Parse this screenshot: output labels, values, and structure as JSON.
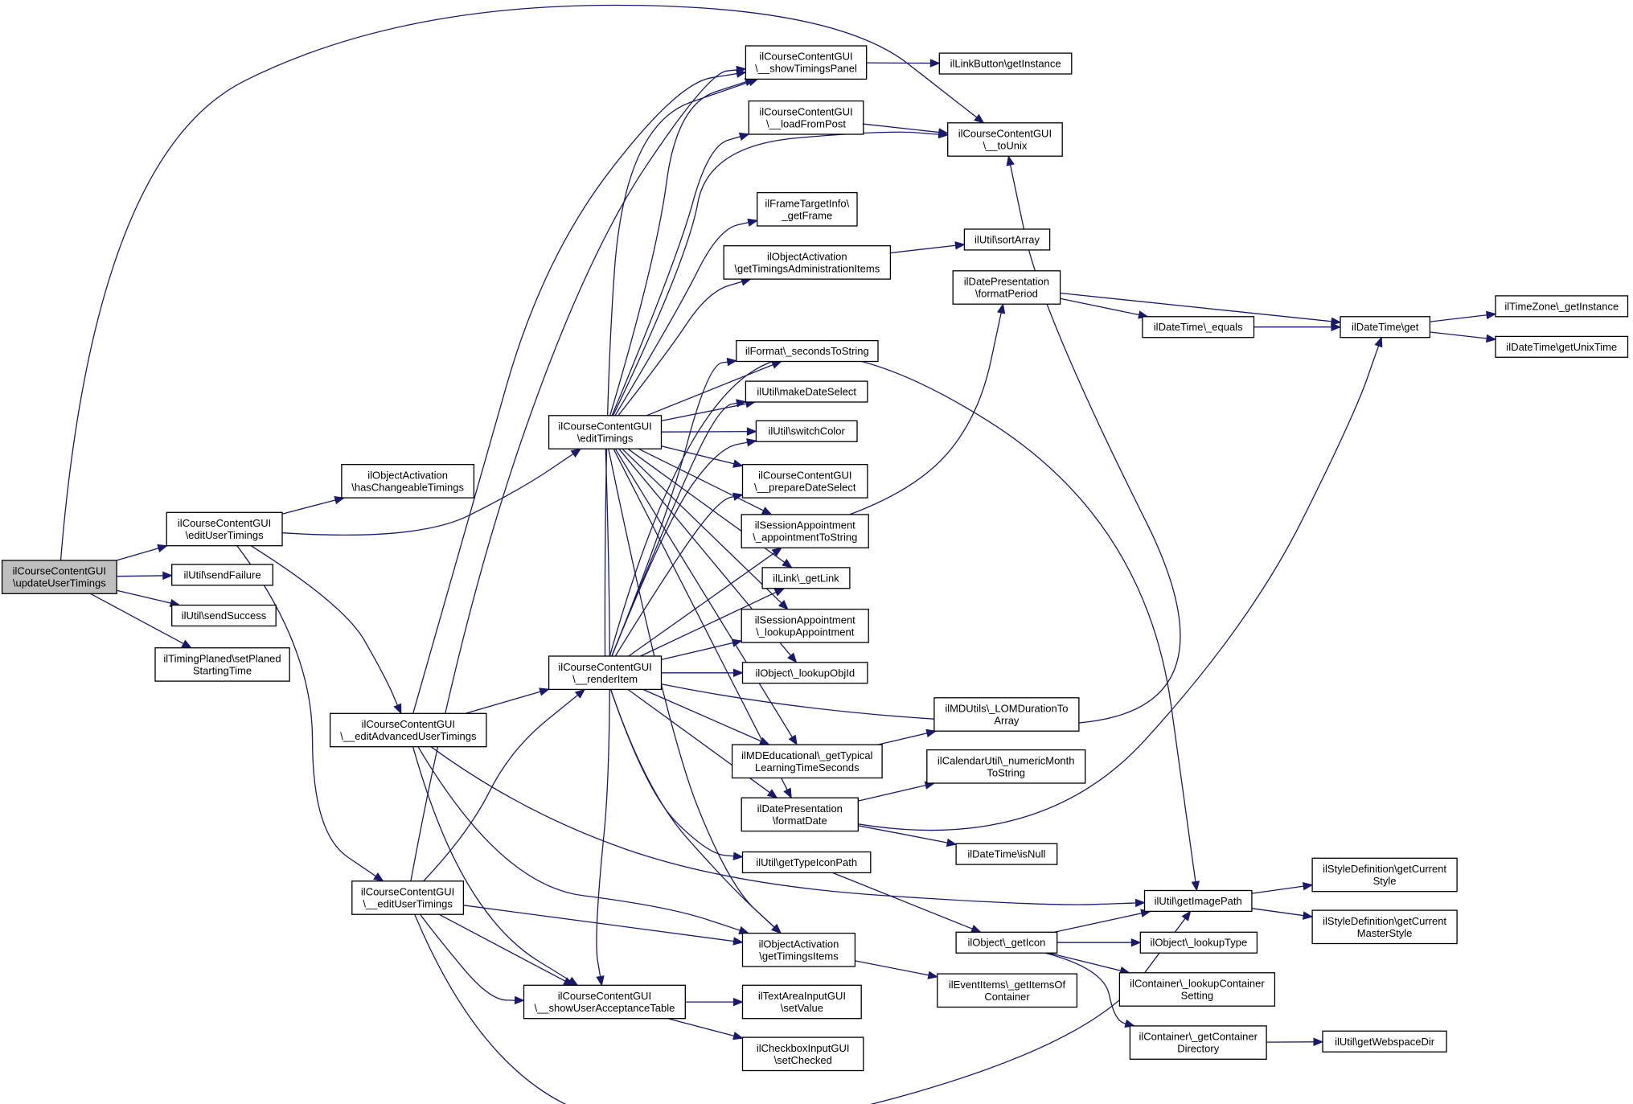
{
  "nodes": [
    {
      "id": "updateUserTimings",
      "lines": [
        "ilCourseContentGUI",
        "\\updateUserTimings"
      ],
      "root": true
    },
    {
      "id": "editUserTimings",
      "lines": [
        "ilCourseContentGUI",
        "\\editUserTimings"
      ]
    },
    {
      "id": "sendFailure",
      "lines": [
        "ilUtil\\sendFailure"
      ]
    },
    {
      "id": "sendSuccess",
      "lines": [
        "ilUtil\\sendSuccess"
      ]
    },
    {
      "id": "setPlaned",
      "lines": [
        "ilTimingPlaned\\setPlaned",
        "StartingTime"
      ]
    },
    {
      "id": "hasChangeable",
      "lines": [
        "ilObjectActivation",
        "\\hasChangeableTimings"
      ]
    },
    {
      "id": "editAdvUser",
      "lines": [
        "ilCourseContentGUI",
        "\\__editAdvancedUserTimings"
      ]
    },
    {
      "id": "_editUserTimings",
      "lines": [
        "ilCourseContentGUI",
        "\\__editUserTimings"
      ]
    },
    {
      "id": "editTimings",
      "lines": [
        "ilCourseContentGUI",
        "\\editTimings"
      ]
    },
    {
      "id": "renderItem",
      "lines": [
        "ilCourseContentGUI",
        "\\__renderItem"
      ]
    },
    {
      "id": "showUserAccept",
      "lines": [
        "ilCourseContentGUI",
        "\\__showUserAcceptanceTable"
      ]
    },
    {
      "id": "showTimingsPanel",
      "lines": [
        "ilCourseContentGUI",
        "\\__showTimingsPanel"
      ]
    },
    {
      "id": "loadFromPost",
      "lines": [
        "ilCourseContentGUI",
        "\\__loadFromPost"
      ]
    },
    {
      "id": "getFrame",
      "lines": [
        "ilFrameTargetInfo\\",
        "_getFrame"
      ]
    },
    {
      "id": "getTimingsAdmin",
      "lines": [
        "ilObjectActivation",
        "\\getTimingsAdministrationItems"
      ]
    },
    {
      "id": "secondsToString",
      "lines": [
        "ilFormat\\_secondsToString"
      ]
    },
    {
      "id": "makeDateSelect",
      "lines": [
        "ilUtil\\makeDateSelect"
      ]
    },
    {
      "id": "switchColor",
      "lines": [
        "ilUtil\\switchColor"
      ]
    },
    {
      "id": "prepareDateSelect",
      "lines": [
        "ilCourseContentGUI",
        "\\__prepareDateSelect"
      ]
    },
    {
      "id": "appointmentToString",
      "lines": [
        "ilSessionAppointment",
        "\\_appointmentToString"
      ]
    },
    {
      "id": "getLink",
      "lines": [
        "ilLink\\_getLink"
      ]
    },
    {
      "id": "lookupAppointment",
      "lines": [
        "ilSessionAppointment",
        "\\_lookupAppointment"
      ]
    },
    {
      "id": "lookupObjId",
      "lines": [
        "ilObject\\_lookupObjId"
      ]
    },
    {
      "id": "getTypicalLT",
      "lines": [
        "ilMDEducational\\_getTypical",
        "LearningTimeSeconds"
      ]
    },
    {
      "id": "formatDate",
      "lines": [
        "ilDatePresentation",
        "\\formatDate"
      ]
    },
    {
      "id": "getTypeIconPath",
      "lines": [
        "ilUtil\\getTypeIconPath"
      ]
    },
    {
      "id": "getTimingsItems",
      "lines": [
        "ilObjectActivation",
        "\\getTimingsItems"
      ]
    },
    {
      "id": "setValue",
      "lines": [
        "ilTextAreaInputGUI",
        "\\setValue"
      ]
    },
    {
      "id": "setChecked",
      "lines": [
        "ilCheckboxInputGUI",
        "\\setChecked"
      ]
    },
    {
      "id": "linkButton",
      "lines": [
        "ilLinkButton\\getInstance"
      ]
    },
    {
      "id": "toUnix",
      "lines": [
        "ilCourseContentGUI",
        "\\__toUnix"
      ]
    },
    {
      "id": "sortArray",
      "lines": [
        "ilUtil\\sortArray"
      ]
    },
    {
      "id": "formatPeriod",
      "lines": [
        "ilDatePresentation",
        "\\formatPeriod"
      ]
    },
    {
      "id": "dtEquals",
      "lines": [
        "ilDateTime\\_equals"
      ]
    },
    {
      "id": "dtGet",
      "lines": [
        "ilDateTime\\get"
      ]
    },
    {
      "id": "tzGetInstance",
      "lines": [
        "ilTimeZone\\_getInstance"
      ]
    },
    {
      "id": "getUnixTime",
      "lines": [
        "ilDateTime\\getUnixTime"
      ]
    },
    {
      "id": "lomDuration",
      "lines": [
        "ilMDUtils\\_LOMDurationTo",
        "Array"
      ]
    },
    {
      "id": "numericMonth",
      "lines": [
        "ilCalendarUtil\\_numericMonth",
        "ToString"
      ]
    },
    {
      "id": "isNull",
      "lines": [
        "ilDateTime\\isNull"
      ]
    },
    {
      "id": "getImagePath",
      "lines": [
        "ilUtil\\getImagePath"
      ]
    },
    {
      "id": "styleCurrent",
      "lines": [
        "ilStyleDefinition\\getCurrent",
        "Style"
      ]
    },
    {
      "id": "styleMaster",
      "lines": [
        "ilStyleDefinition\\getCurrent",
        "MasterStyle"
      ]
    },
    {
      "id": "getIcon",
      "lines": [
        "ilObject\\_getIcon"
      ]
    },
    {
      "id": "lookupType",
      "lines": [
        "ilObject\\_lookupType"
      ]
    },
    {
      "id": "lookupContainer",
      "lines": [
        "ilContainer\\_lookupContainer",
        "Setting"
      ]
    },
    {
      "id": "getContainerDir",
      "lines": [
        "ilContainer\\_getContainer",
        "Directory"
      ]
    },
    {
      "id": "getWebspaceDir",
      "lines": [
        "ilUtil\\getWebspaceDir"
      ]
    },
    {
      "id": "getItemsOfContainer",
      "lines": [
        "ilEventItems\\_getItemsOf",
        "Container"
      ]
    }
  ],
  "colors": {
    "edge": "#191970",
    "root_fill": "#bfbfbf",
    "node_fill": "#ffffff",
    "border": "#000000"
  }
}
